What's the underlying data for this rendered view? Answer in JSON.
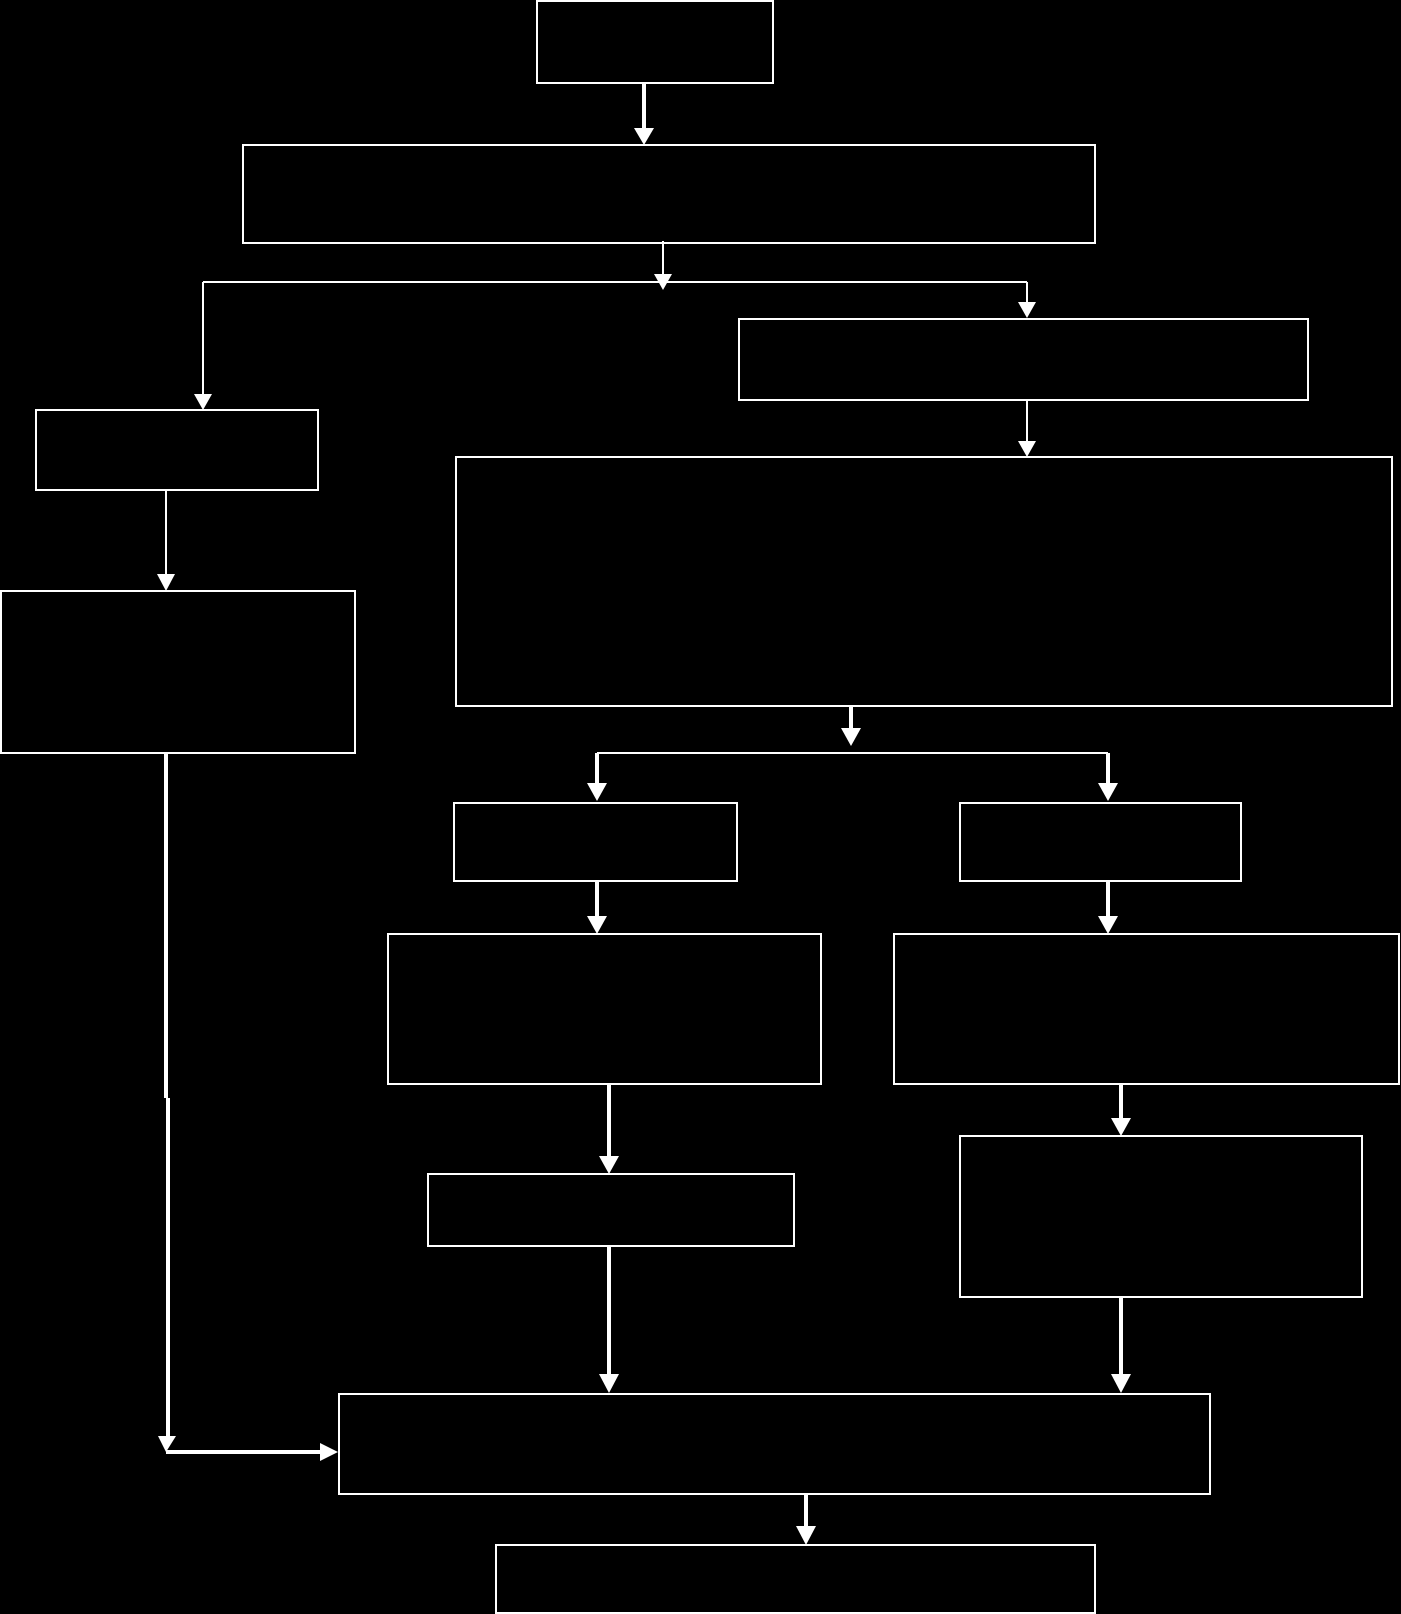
{
  "diagram": {
    "type": "flowchart",
    "background_color": "#000000",
    "line_color": "#ffffff",
    "nodes": [
      {
        "id": "n-start",
        "text": ""
      },
      {
        "id": "n-stage-1",
        "text": ""
      },
      {
        "id": "n-right-branch",
        "text": ""
      },
      {
        "id": "n-left-branch",
        "text": ""
      },
      {
        "id": "n-right-analysis",
        "text": ""
      },
      {
        "id": "n-left-detail",
        "text": ""
      },
      {
        "id": "n-split-left",
        "text": ""
      },
      {
        "id": "n-split-right",
        "text": ""
      },
      {
        "id": "n-left-result",
        "text": ""
      },
      {
        "id": "n-right-result",
        "text": ""
      },
      {
        "id": "n-left-sub",
        "text": ""
      },
      {
        "id": "n-right-sub",
        "text": ""
      },
      {
        "id": "n-merge",
        "text": ""
      },
      {
        "id": "n-end",
        "text": ""
      }
    ],
    "edges": [
      {
        "from": "n-start",
        "to": "n-stage-1"
      },
      {
        "from": "n-stage-1",
        "to": "n-left-branch"
      },
      {
        "from": "n-stage-1",
        "to": "n-right-branch"
      },
      {
        "from": "n-right-branch",
        "to": "n-right-analysis"
      },
      {
        "from": "n-left-branch",
        "to": "n-left-detail"
      },
      {
        "from": "n-right-analysis",
        "to": "n-split-left"
      },
      {
        "from": "n-right-analysis",
        "to": "n-split-right"
      },
      {
        "from": "n-split-left",
        "to": "n-left-result"
      },
      {
        "from": "n-split-right",
        "to": "n-right-result"
      },
      {
        "from": "n-left-result",
        "to": "n-left-sub"
      },
      {
        "from": "n-right-result",
        "to": "n-right-sub"
      },
      {
        "from": "n-left-sub",
        "to": "n-merge"
      },
      {
        "from": "n-right-sub",
        "to": "n-merge"
      },
      {
        "from": "n-left-detail",
        "to": "n-merge"
      },
      {
        "from": "n-merge",
        "to": "n-end"
      }
    ]
  }
}
